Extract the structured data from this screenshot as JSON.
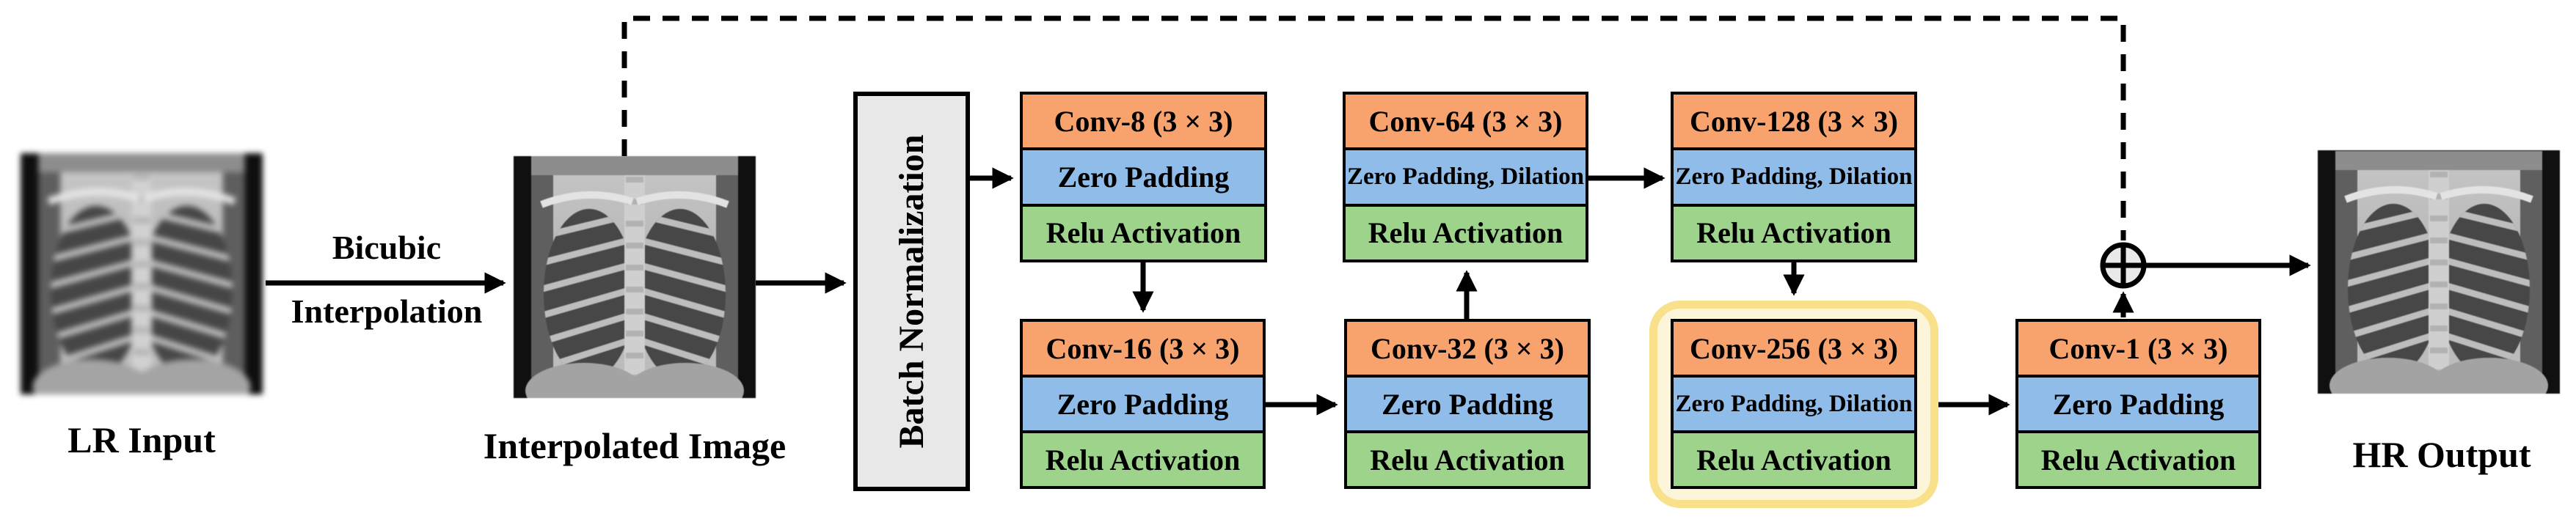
{
  "diagram": {
    "title_hint": "Dilated CNN super-resolution pipeline for chest X-ray",
    "lr_image_label": "LR Input",
    "interpolated_image_label": "Interpolated Image",
    "hr_image_label": "HR Output",
    "bicubic_line1": "Bicubic",
    "bicubic_line2": "Interpolation",
    "batch_norm_label": "Batch Normalization",
    "blocks": [
      {
        "id": "conv8",
        "conv": "Conv-8 (3 × 3)",
        "pad": "Zero Padding",
        "act": "Relu Activation",
        "highlighted": false
      },
      {
        "id": "conv16",
        "conv": "Conv-16 (3 × 3)",
        "pad": "Zero Padding",
        "act": "Relu Activation",
        "highlighted": false
      },
      {
        "id": "conv32",
        "conv": "Conv-32 (3 × 3)",
        "pad": "Zero Padding",
        "act": "Relu Activation",
        "highlighted": false
      },
      {
        "id": "conv64",
        "conv": "Conv-64 (3 × 3)",
        "pad": "Zero Padding, Dilation",
        "act": "Relu Activation",
        "highlighted": false
      },
      {
        "id": "conv128",
        "conv": "Conv-128 (3 × 3)",
        "pad": "Zero Padding, Dilation",
        "act": "Relu Activation",
        "highlighted": false
      },
      {
        "id": "conv256",
        "conv": "Conv-256 (3 × 3)",
        "pad": "Zero Padding, Dilation",
        "act": "Relu Activation",
        "highlighted": true
      },
      {
        "id": "conv1",
        "conv": "Conv-1 (3 × 3)",
        "pad": "Zero Padding",
        "act": "Relu Activation",
        "highlighted": false
      }
    ],
    "colors": {
      "conv_row": "#f8a36d",
      "padding_row": "#8fbce8",
      "activation_row": "#9dd38b",
      "batch_norm_fill": "#e8e8e8",
      "highlight_border": "#f9e18c",
      "highlight_fill": "#fdf5d9",
      "line": "#000000",
      "background": "#ffffff"
    }
  }
}
